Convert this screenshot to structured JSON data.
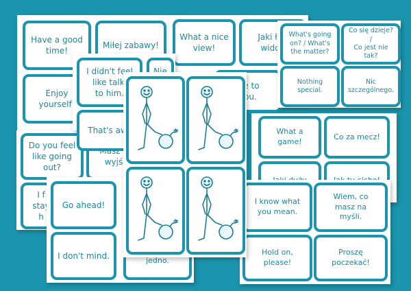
{
  "theme": {
    "background": "#1a95ad",
    "card_border": "#1a95ad",
    "text": "#1a8aa2"
  },
  "sheet_1": {
    "cards": [
      "Have a good\ntime!",
      "Miłej zabawy!",
      "Enjoy\nyourself!"
    ]
  },
  "sheet_2": {
    "cards": [
      "What a nice\nview!",
      "Jaki ład\nwidok",
      "ice to\nyou."
    ]
  },
  "sheet_3": {
    "cards": [
      "I didn't feel\nlike talki\nto him.",
      "Nie",
      "That's aw"
    ]
  },
  "sheet_4": {
    "cards": [
      "Do you feel\nlike going out?",
      "Masz o\nwyjś",
      "I f\nstay\nh"
    ]
  },
  "sheet_5": {
    "cards": [
      "Go ahead!",
      "I don't mind.",
      "...Wszystko mi\njedno."
    ]
  },
  "sheet_6": {
    "cards": [
      "What's going\non? / What's\nthe matter?",
      "Co się dzieje? /\nCo jest nie tak?",
      "Nothing\nspecial.",
      "Nic\nszczególnego."
    ]
  },
  "sheet_7": {
    "cards": [
      "What a game!",
      "Co za mecz!",
      "Jaki duży",
      "Jak tu cicho!"
    ]
  },
  "sheet_8": {
    "cards": [
      "I know what\nyou mean.",
      "Wiem, co\nmasz na\nmyśli.",
      "Hold on,\nplease!",
      "Proszę\npoczekać!"
    ]
  },
  "image_sheet": {
    "icon": "stick-figure-with-bomb-icon"
  }
}
